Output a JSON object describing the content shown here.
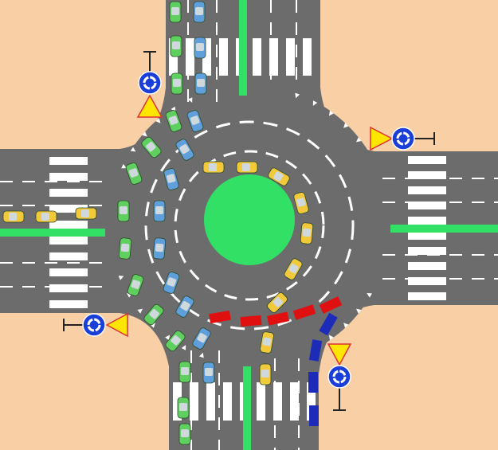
{
  "colors": {
    "ground": "#f9cfa6",
    "road": "#6c6c6c",
    "island": "#33e066",
    "lane_divider": "#33e066",
    "marking": "#ffffff",
    "car_green": "#5fcf5f",
    "car_blue": "#5fa0dc",
    "car_yellow": "#f2c93a",
    "barrier_red": "#e01010",
    "barrier_blue": "#1c2bb8",
    "sign_blue": "#1a3ed8",
    "sign_yellow": "#ffe600"
  },
  "signs": [
    "roundabout-sign-northwest",
    "roundabout-sign-northeast",
    "roundabout-sign-southwest",
    "roundabout-sign-southeast"
  ]
}
